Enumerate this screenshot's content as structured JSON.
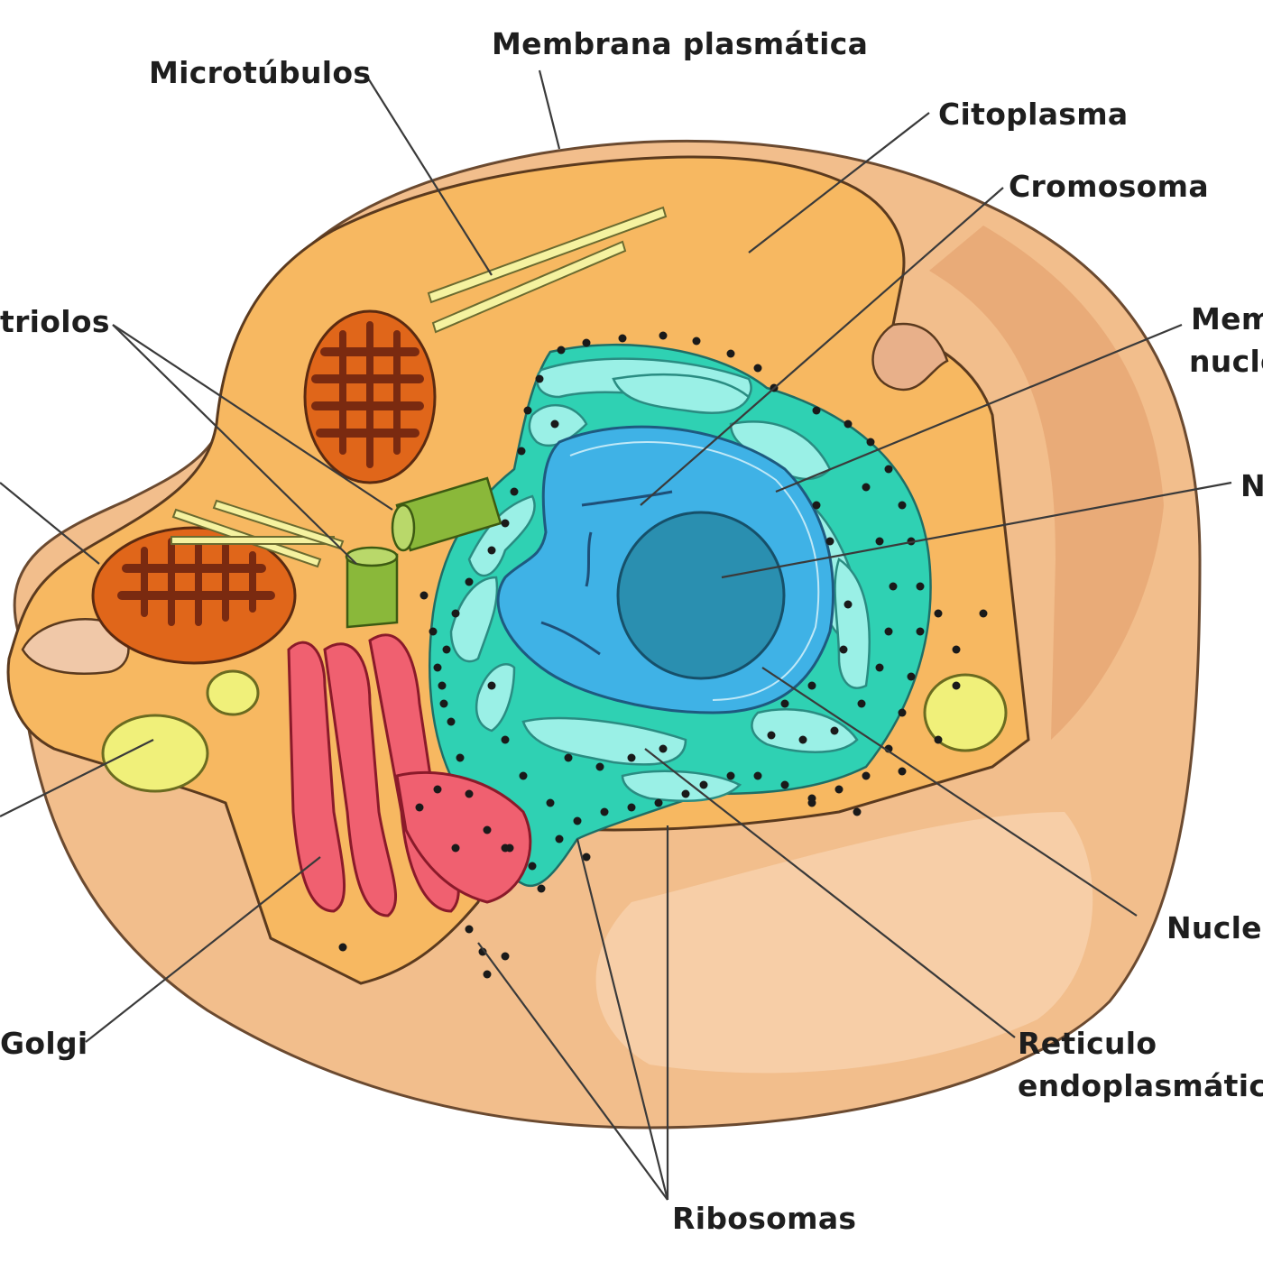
{
  "labels": {
    "membrana_plasmatica": "Membrana plasmática",
    "microtubulos": "Microtúbulos",
    "citoplasma": "Citoplasma",
    "cromosoma": "Cromosoma",
    "membrana_nuclear_1": "Mem",
    "membrana_nuclear_2": "nucle",
    "nucleo": "N",
    "centriolos": "triolos",
    "golgi": "Golgi",
    "nucleolo": "Nucle",
    "reticulo_1": "Reticulo",
    "reticulo_2": "endoplasmático",
    "ribosomas": "Ribosomas"
  },
  "colors": {
    "cell_outer": "#f2be8c",
    "cytoplasm": "#f7b861",
    "nuclear_envelope": "#2fd1b3",
    "er": "#9af0e6",
    "nucleus": "#3fb2e6",
    "nucleolus": "#2a8fb0",
    "mitochondria": "#e0661a",
    "cristae": "#7a2a10",
    "golgi": "#f06070",
    "centrioles": "#8ab83a",
    "vesicles": "#f0f07a",
    "ribosome": "#1a1a1a"
  }
}
